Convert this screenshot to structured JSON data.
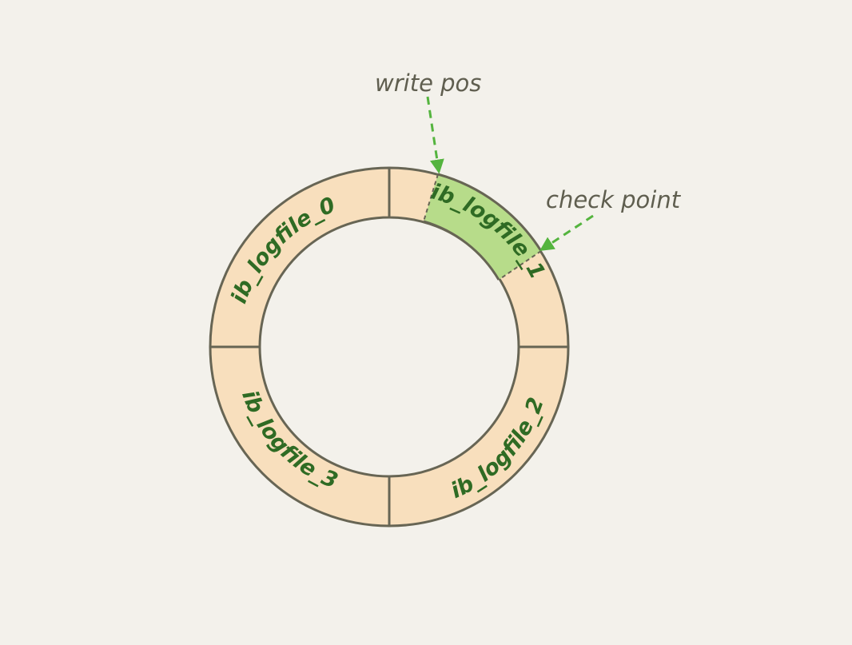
{
  "diagram": {
    "segments": [
      {
        "label": "ib_logfile_0"
      },
      {
        "label": "ib_logfile_1"
      },
      {
        "label": "ib_logfile_2"
      },
      {
        "label": "ib_logfile_3"
      }
    ],
    "callouts": {
      "write_pos": "write pos",
      "check_point": "check point"
    },
    "colors": {
      "background": "#f3f1eb",
      "ring_fill": "#f8dfbd",
      "highlight_fill": "#b7dc8a",
      "outline": "#676554",
      "label_text": "#2f6b24",
      "callout_text": "#5f5e4f",
      "arrow": "#54b43e"
    }
  }
}
